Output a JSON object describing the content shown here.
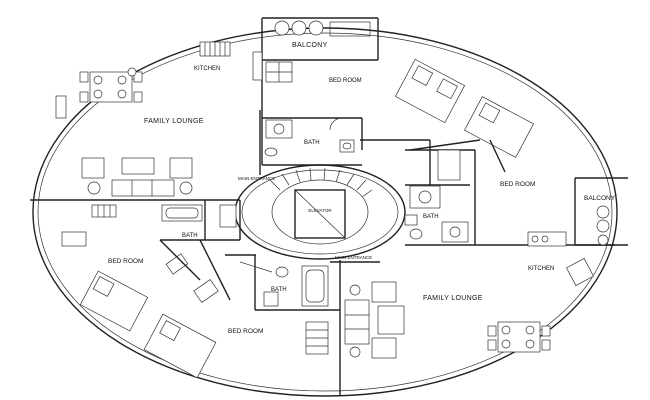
{
  "labels": {
    "balcony_top": "BALCONY",
    "kitchen_top": "KITCHEN",
    "bedroom_top": "BED ROOM",
    "family_lounge_top": "FAMILY  LOUNGE",
    "bath_top": "BATH",
    "main_entrance_top": "MAIN ENTRANCE",
    "elevator": "ELEVATOR",
    "bedroom_right": "BED ROOM",
    "bath_right": "BATH",
    "balcony_right": "BALCONY",
    "bath_left": "BATH",
    "bedroom_left": "BED ROOM",
    "main_entrance_bottom": "MAIN ENTRANCE",
    "kitchen_right": "KITCHEN",
    "bath_bottom": "BATH",
    "family_lounge_bottom": "FAMILY  LOUNGE",
    "bedroom_bottom": "BED ROOM"
  }
}
